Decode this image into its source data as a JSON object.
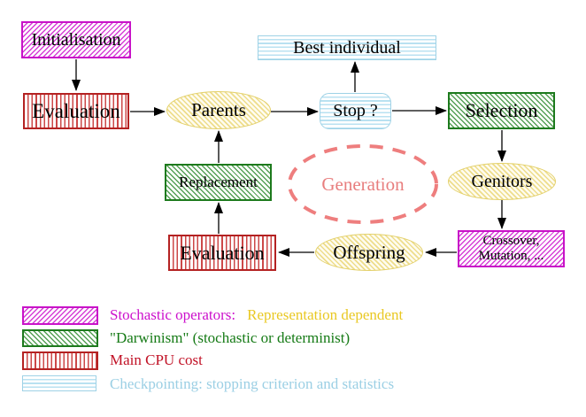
{
  "diagram": {
    "nodes": {
      "initialisation": "Initialisation",
      "evaluation_top": "Evaluation",
      "parents": "Parents",
      "best_individual": "Best individual",
      "stop": "Stop ?",
      "selection": "Selection",
      "replacement": "Replacement",
      "generation": "Generation",
      "genitors": "Genitors",
      "evaluation_bottom": "Evaluation",
      "offspring": "Offspring",
      "crossover_line1": "Crossover,",
      "crossover_line2": "Mutation, ..."
    },
    "arrows": [
      "initialisation-to-evaluation",
      "evaluation-to-parents",
      "parents-to-stop",
      "stop-to-best-individual",
      "stop-to-selection",
      "selection-to-genitors",
      "genitors-to-crossover",
      "crossover-to-offspring",
      "offspring-to-evaluation",
      "evaluation-to-replacement",
      "replacement-to-parents"
    ]
  },
  "legend": {
    "items": [
      {
        "swatch": "magenta-diagonal-hatch",
        "label": "Stochastic operators:",
        "label2": "Representation dependent"
      },
      {
        "swatch": "green-diagonal-hatch",
        "label": "\"Darwinism\" (stochastic or determinist)"
      },
      {
        "swatch": "red-vertical-stripes",
        "label": "Main CPU cost"
      },
      {
        "swatch": "cyan-horizontal-stripes",
        "label": "Checkpointing: stopping criterion and statistics"
      }
    ]
  },
  "colors": {
    "magenta_border": "#c813c8",
    "magenta_text": "#cc10cc",
    "green_border": "#1d7a1d",
    "green_text": "#157a15",
    "red_border": "#b42222",
    "red_text": "#c11226",
    "cyan_border": "#9fd2e6",
    "cyan_text": "#9bcfe4",
    "yellow_border": "#e3d06a",
    "gold_text": "#e9c822",
    "salmon": "#ee7e7e",
    "arrow": "#000000"
  }
}
